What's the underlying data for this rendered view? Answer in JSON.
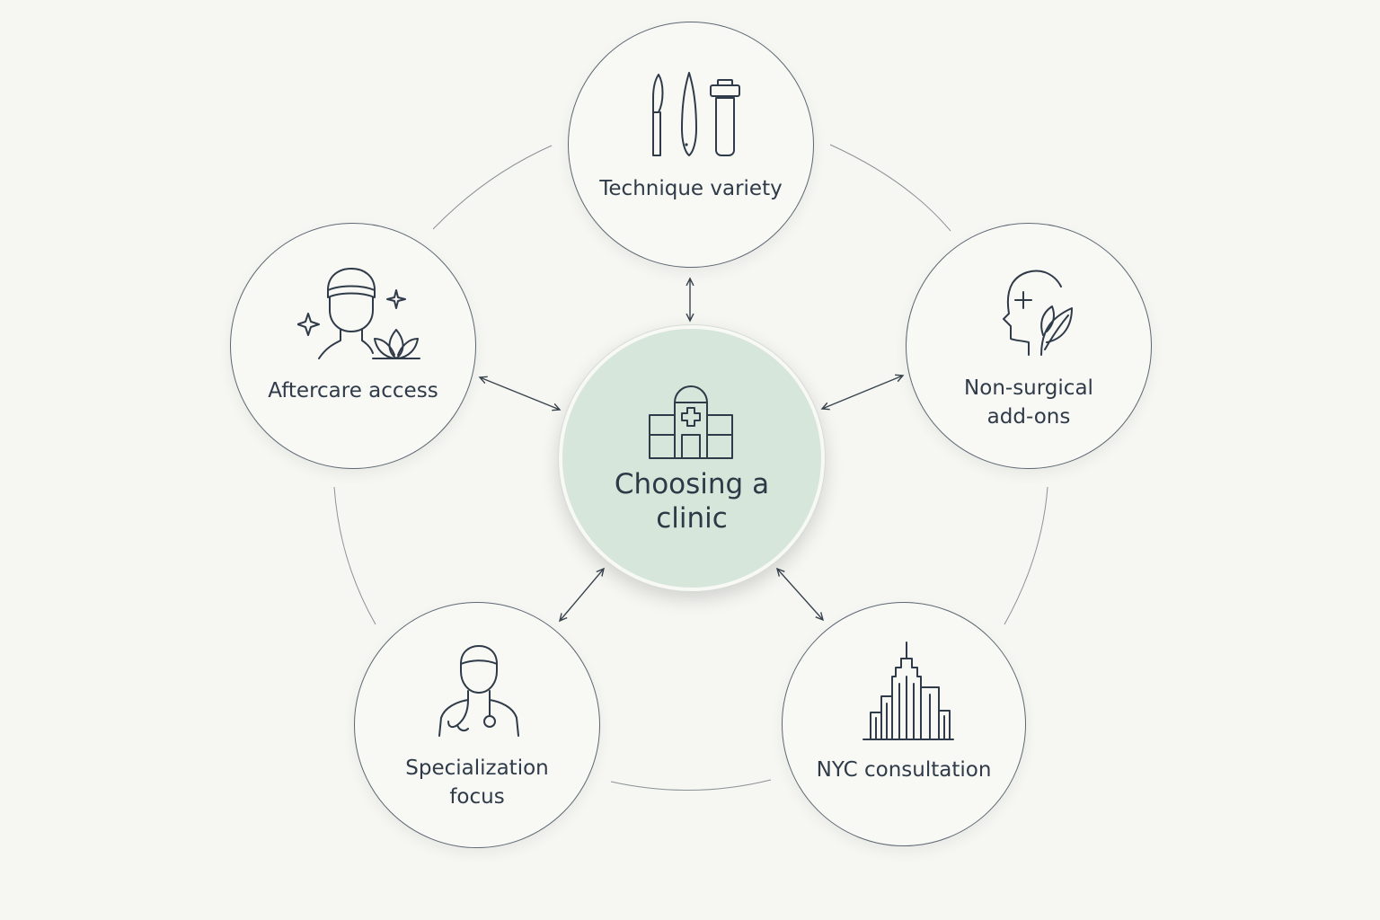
{
  "center": {
    "title": "Choosing a\nclinic",
    "icon": "hospital-icon"
  },
  "nodes": [
    {
      "label": "Technique variety",
      "icon": "surgical-tools-icon"
    },
    {
      "label": "Non-surgical\nadd-ons",
      "icon": "head-leaf-icon"
    },
    {
      "label": "NYC consultation",
      "icon": "city-skyline-icon"
    },
    {
      "label": "Specialization\nfocus",
      "icon": "doctor-icon"
    },
    {
      "label": "Aftercare access",
      "icon": "spa-face-icon"
    }
  ],
  "colors": {
    "background": "#f6f6f2",
    "center_fill": "#d6e6db",
    "stroke": "#2f3b48"
  }
}
